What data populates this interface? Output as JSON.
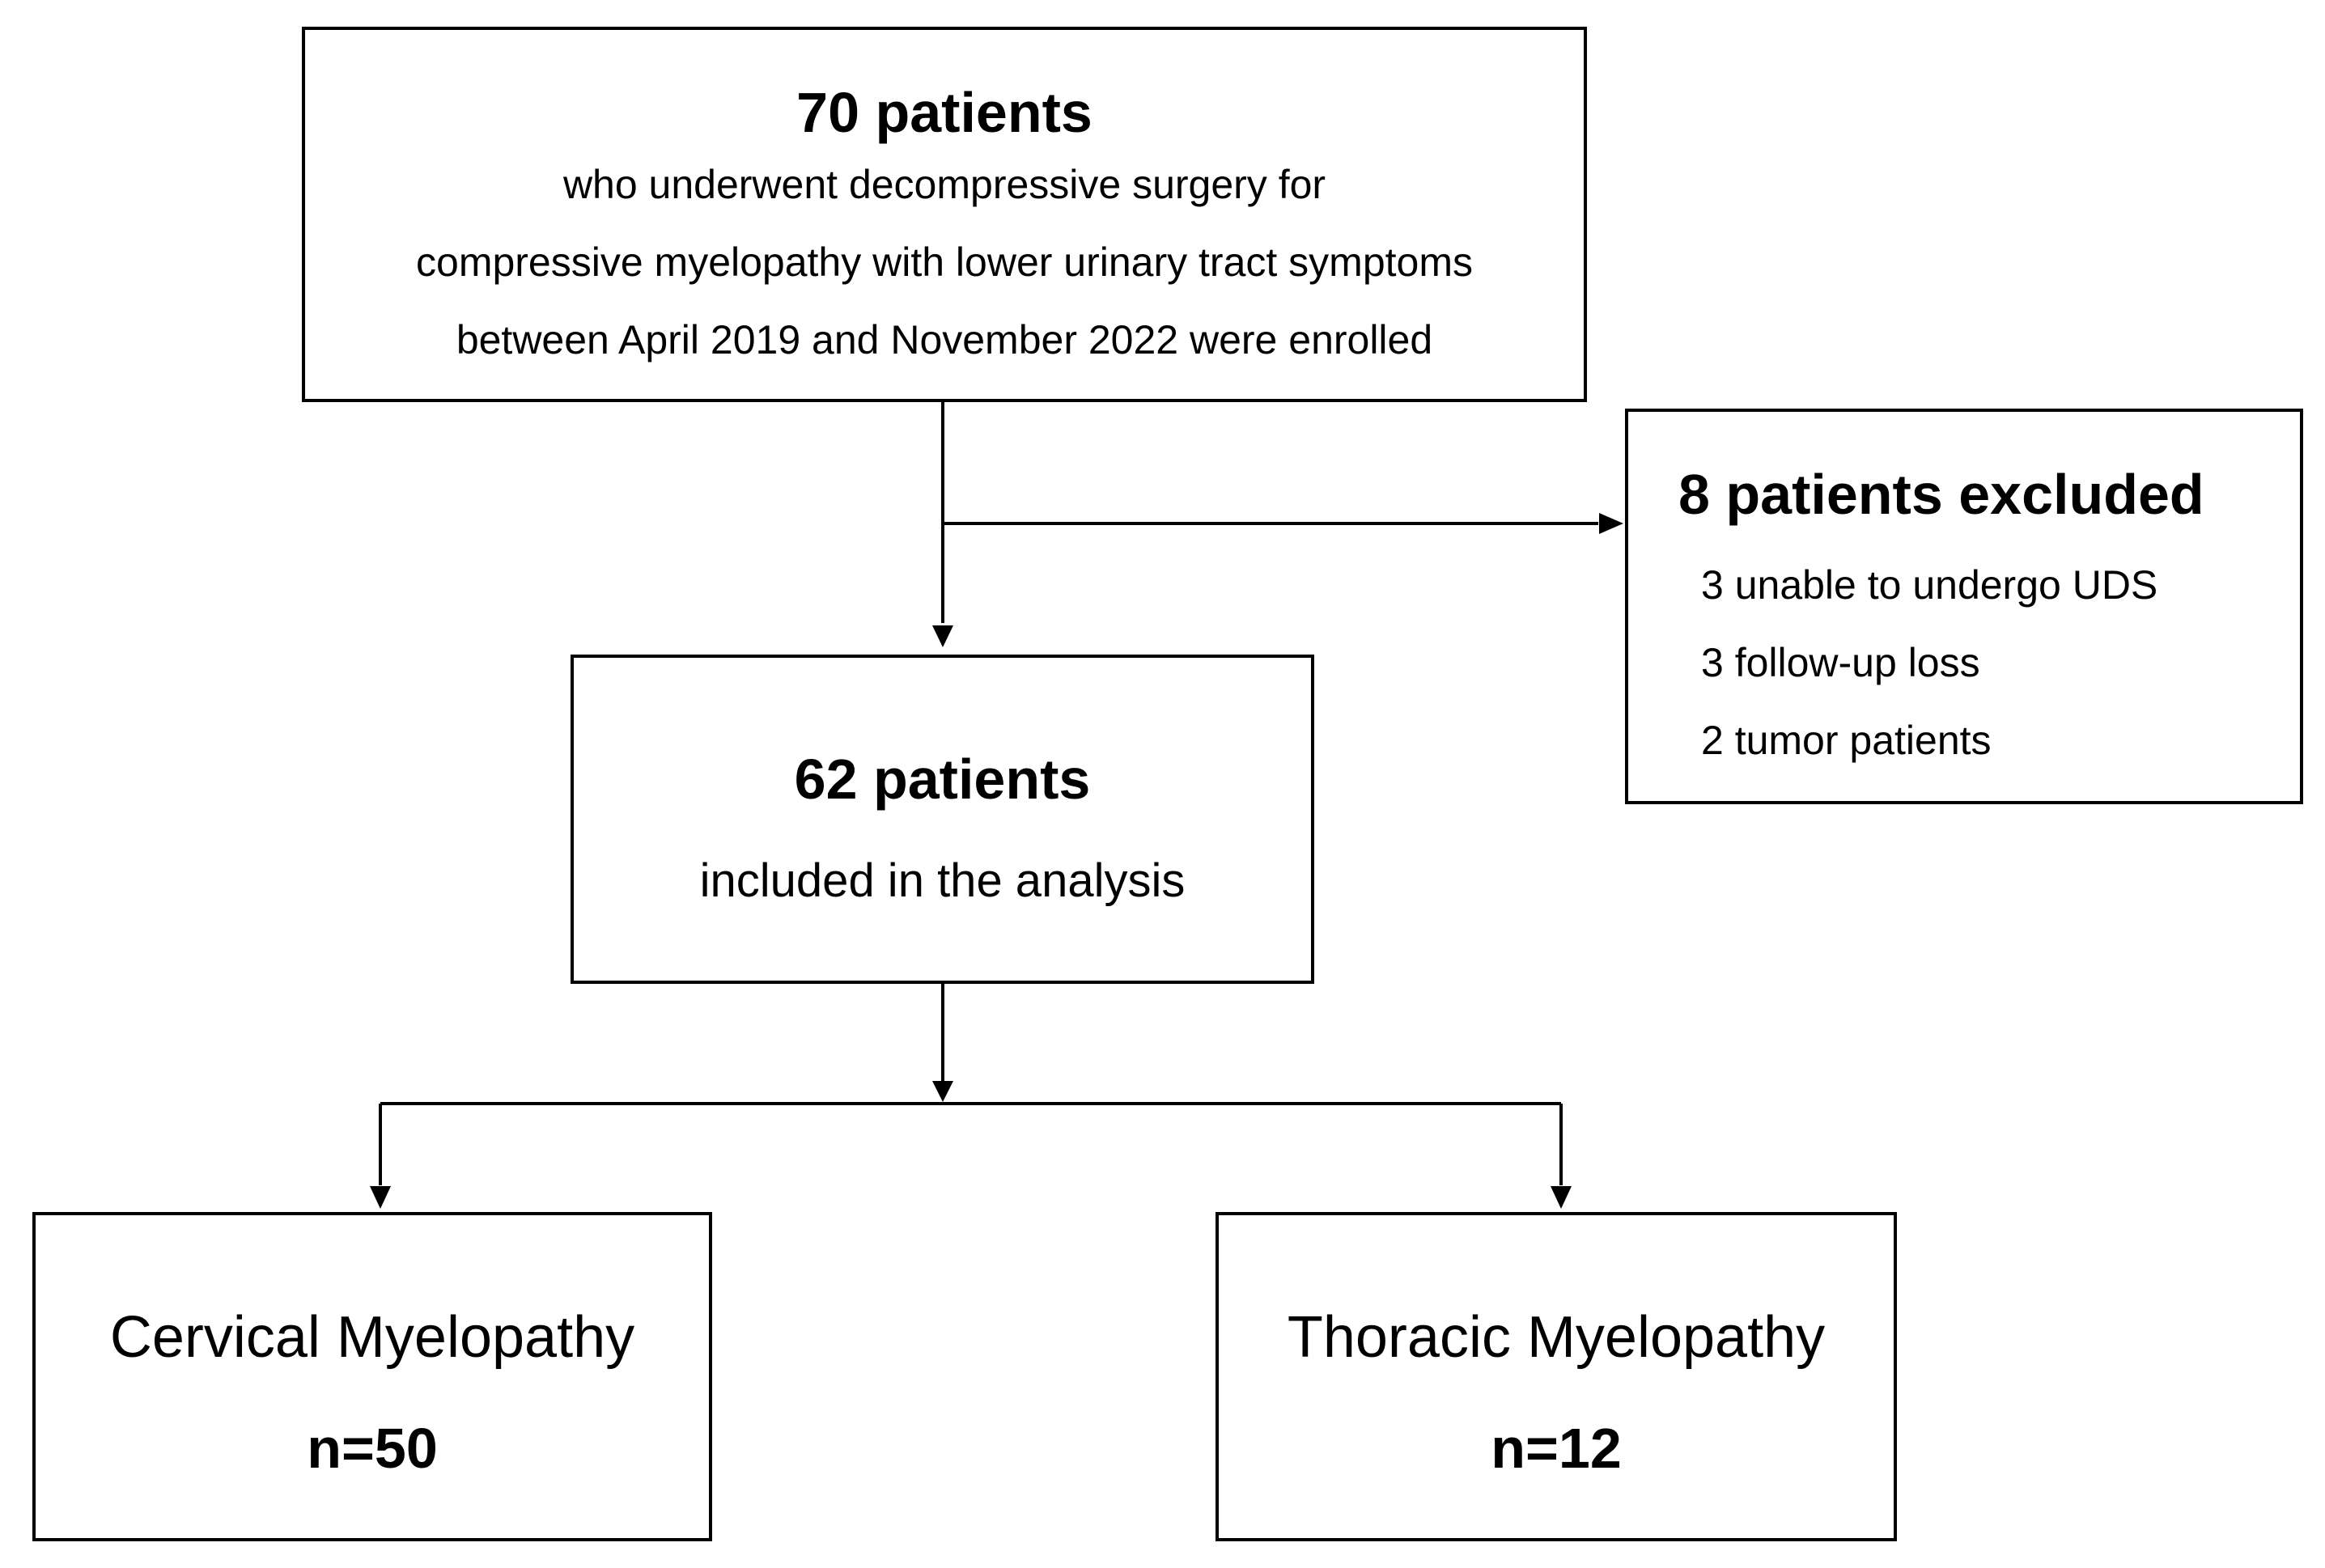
{
  "enrolled": {
    "title": "70 patients",
    "lines": [
      "who underwent decompressive surgery for",
      "compressive myelopathy with lower urinary tract symptoms",
      "between April 2019 and November 2022 were enrolled"
    ]
  },
  "excluded": {
    "title": "8 patients excluded",
    "reasons": [
      "3 unable to undergo UDS",
      "3 follow-up loss",
      "2 tumor patients"
    ]
  },
  "included": {
    "title": "62 patients",
    "subtitle": "included in the analysis"
  },
  "groups": [
    {
      "name": "Cervical Myelopathy",
      "n": "n=50"
    },
    {
      "name": "Thoracic Myelopathy",
      "n": "n=12"
    }
  ],
  "colors": {
    "stroke": "#000000",
    "background": "#ffffff"
  }
}
